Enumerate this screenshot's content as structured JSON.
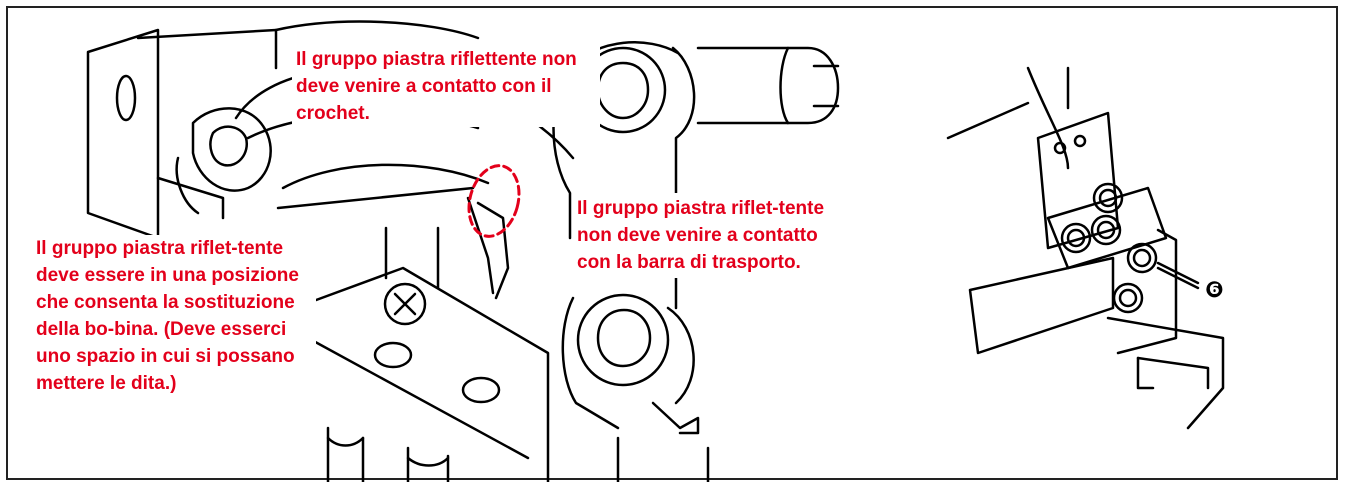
{
  "notes": {
    "crochet": "Il gruppo piastra riflettente non deve venire a contatto con il crochet.",
    "barra": "Il gruppo piastra riflet-tente non deve venire a contatto con la barra di trasporto.",
    "bobina": "Il gruppo piastra riflet-tente deve essere in una posizione che consenta la sostituzione della bo-bina. (Deve esserci uno spazio in cui si possano mettere le dita.)"
  },
  "callout": {
    "label": "❻"
  },
  "colors": {
    "note_text": "#e3001b",
    "line_art": "#000000",
    "dashed_circle": "#e3001b"
  }
}
